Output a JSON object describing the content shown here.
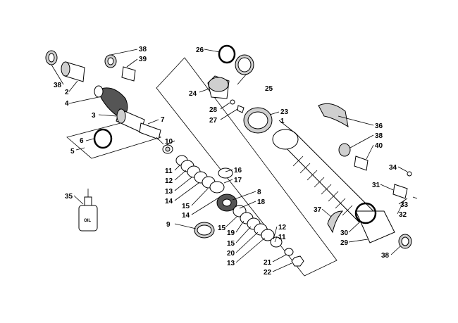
{
  "labels": {
    "l1": "1",
    "l2": "2",
    "l3": "3",
    "l4": "4",
    "l5": "5",
    "l6": "6",
    "l7": "7",
    "l8": "8",
    "l9": "9",
    "l10": "10",
    "l11a": "11",
    "l11b": "11",
    "l12a": "12",
    "l12b": "12",
    "l13a": "13",
    "l13b": "13",
    "l14": "14",
    "l14b": "14",
    "l15a": "15",
    "l15b": "15",
    "l15c": "15",
    "l16": "16",
    "l17": "17",
    "l18": "18",
    "l19": "19",
    "l20": "20",
    "l21": "21",
    "l22": "22",
    "l23": "23",
    "l24": "24",
    "l25": "25",
    "l26": "26",
    "l27": "27",
    "l28": "28",
    "l29": "29",
    "l30": "30",
    "l31": "31",
    "l32": "32",
    "l33": "33",
    "l34": "34",
    "l35": "35",
    "l36": "36",
    "l37": "37",
    "l38a": "38",
    "l38b": "38",
    "l38c": "38",
    "l38d": "38",
    "l39": "39",
    "l40": "40"
  },
  "bottle_text": "OIL",
  "colors": {
    "line": "#000000",
    "background": "#ffffff",
    "shade": "#cfcfcf"
  }
}
